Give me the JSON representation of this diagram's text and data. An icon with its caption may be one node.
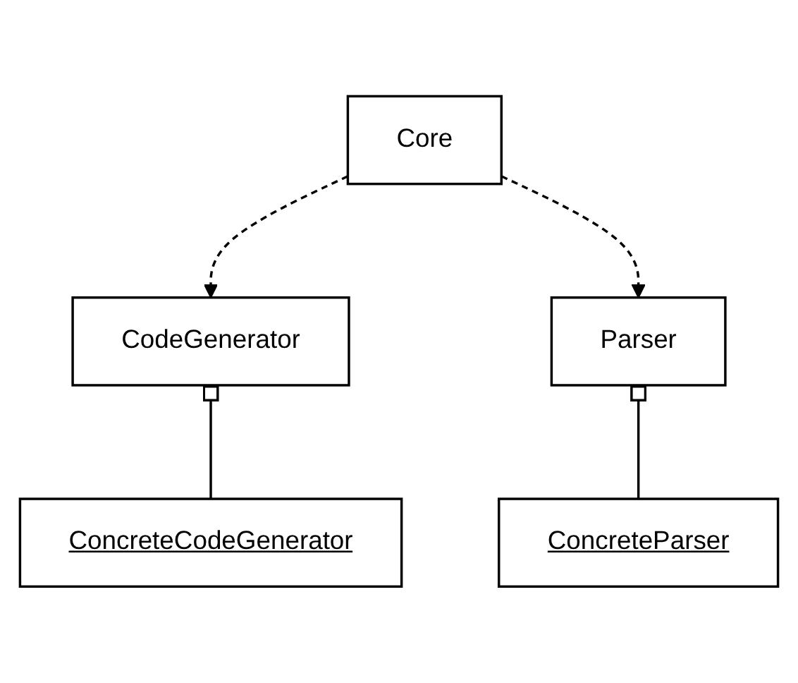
{
  "diagram": {
    "nodes": [
      {
        "text": [
          "Core"
        ]
      },
      {
        "text": [
          "CodeGenerator"
        ]
      },
      {
        "text": [
          "Parser"
        ]
      },
      {
        "text": [
          "ConcreteCodeGenerator"
        ]
      },
      {
        "text": [
          "ConcreteParser"
        ]
      }
    ],
    "edges": [
      {
        "from": 0,
        "to": 1,
        "arrow": "to",
        "style": "dashed"
      },
      {
        "from": 0,
        "to": 2,
        "arrow": "to",
        "style": "dashed"
      },
      {
        "from": 1,
        "to": 3,
        "arrow": "other"
      },
      {
        "from": 2,
        "to": 4,
        "arrow": "other"
      }
    ]
  }
}
